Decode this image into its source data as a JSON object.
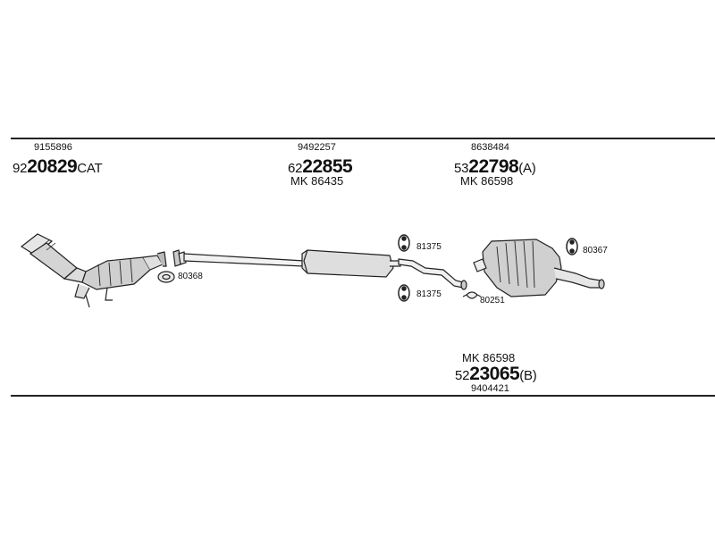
{
  "groups": [
    {
      "top_number": "9155896",
      "ref_prefix": "92",
      "ref_bold": "20829",
      "ref_suffix": "CAT"
    },
    {
      "top_number": "9492257",
      "ref_prefix": "62",
      "ref_bold": "22855",
      "ref_suffix": "",
      "mk": "MK 86435"
    },
    {
      "top_number": "8638484",
      "ref_prefix": "53",
      "ref_bold": "22798",
      "ref_suffix": "(A)",
      "mk": "MK 86598"
    }
  ],
  "bottom_group": {
    "mk": "MK 86598",
    "ref_prefix": "52",
    "ref_bold": "23065",
    "ref_suffix": "(B)",
    "bottom_number": "9404421"
  },
  "parts": {
    "gasket_80368": "80368",
    "hanger_81375_top": "81375",
    "hanger_81375_bottom": "81375",
    "clamp_80251": "80251",
    "hanger_80367": "80367"
  }
}
